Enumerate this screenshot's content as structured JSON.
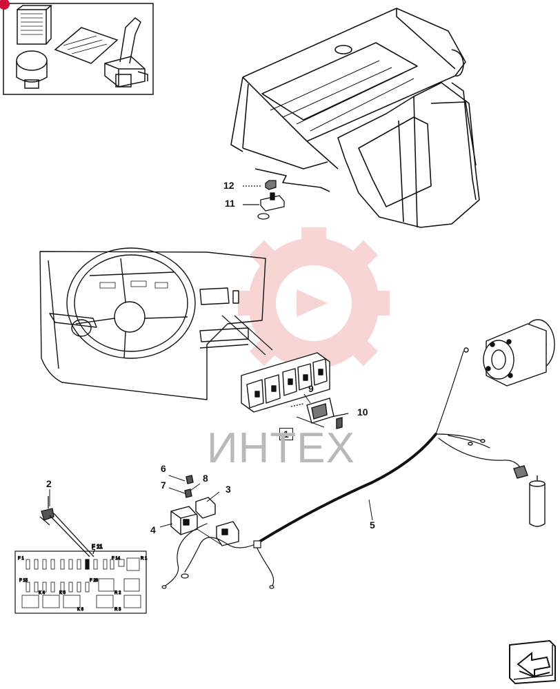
{
  "watermark": {
    "text": "ИНТЕХ",
    "gear_color": "#f3b3b3"
  },
  "fusebox": {
    "highlight_label": "F 11",
    "labels": [
      "F 1",
      "F 14",
      "R 1",
      "F 15",
      "F 28",
      "K 4",
      "K 5",
      "K 6",
      "R 2",
      "R 3"
    ]
  },
  "callouts": [
    {
      "id": "12",
      "text": "12"
    },
    {
      "id": "11",
      "text": "11"
    },
    {
      "id": "9",
      "text": "9"
    },
    {
      "id": "10",
      "text": "10"
    },
    {
      "id": "1",
      "text": "1"
    },
    {
      "id": "6",
      "text": "6"
    },
    {
      "id": "8",
      "text": "8"
    },
    {
      "id": "7a",
      "text": "7"
    },
    {
      "id": "3",
      "text": "3"
    },
    {
      "id": "2",
      "text": "2"
    },
    {
      "id": "4",
      "text": "4"
    },
    {
      "id": "5",
      "text": "5"
    },
    {
      "id": "7b",
      "text": "7"
    }
  ],
  "colors": {
    "line": "#111111",
    "marker": "#d0103a"
  },
  "icons": {
    "nav": "arrow-next-icon"
  }
}
